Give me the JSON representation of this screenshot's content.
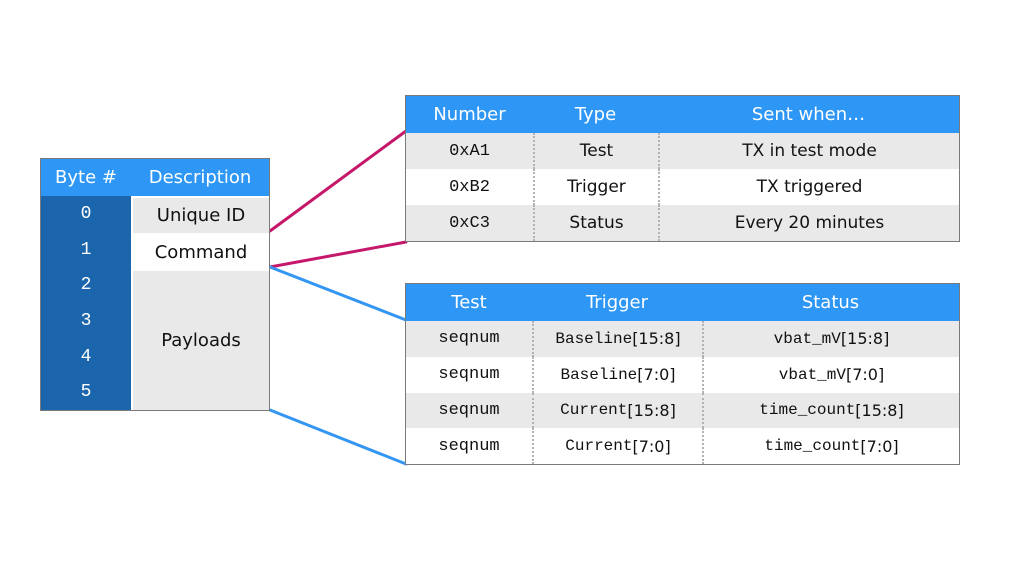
{
  "colors": {
    "header_blue": "#2E96F5",
    "byte_column_blue": "#1B65AC",
    "row_gray": "#E9E9E9",
    "row_white": "#FFFFFF",
    "pink_line": "#C5186A",
    "blue_line": "#3396F3",
    "border_gray": "#7A7A7A"
  },
  "byte_table": {
    "headers": [
      "Byte #",
      "Description"
    ],
    "byte_numbers": [
      "0",
      "1",
      "2",
      "3",
      "4",
      "5"
    ],
    "descriptions": {
      "unique_id": "Unique ID",
      "command": "Command",
      "payloads": "Payloads"
    }
  },
  "message_table": {
    "headers": [
      "Number",
      "Type",
      "Sent when…"
    ],
    "rows": [
      {
        "number": "0xA1",
        "type": "Test",
        "sent_when": "TX in test mode"
      },
      {
        "number": "0xB2",
        "type": "Trigger",
        "sent_when": "TX triggered"
      },
      {
        "number": "0xC3",
        "type": "Status",
        "sent_when": "Every 20 minutes"
      }
    ]
  },
  "payload_table": {
    "headers": [
      "Test",
      "Trigger",
      "Status"
    ],
    "rows": [
      {
        "test": "seqnum",
        "trigger_name": "Baseline",
        "trigger_bits": "[15:8]",
        "status_name": "vbat_mV",
        "status_bits": "[15:8]"
      },
      {
        "test": "seqnum",
        "trigger_name": "Baseline",
        "trigger_bits": "[7:0]",
        "status_name": "vbat_mV",
        "status_bits": "[7:0]"
      },
      {
        "test": "seqnum",
        "trigger_name": "Current",
        "trigger_bits": "[15:8]",
        "status_name": "time_count",
        "status_bits": "[15:8]"
      },
      {
        "test": "seqnum",
        "trigger_name": "Current",
        "trigger_bits": "[7:0]",
        "status_name": "time_count",
        "status_bits": "[7:0]"
      }
    ]
  }
}
